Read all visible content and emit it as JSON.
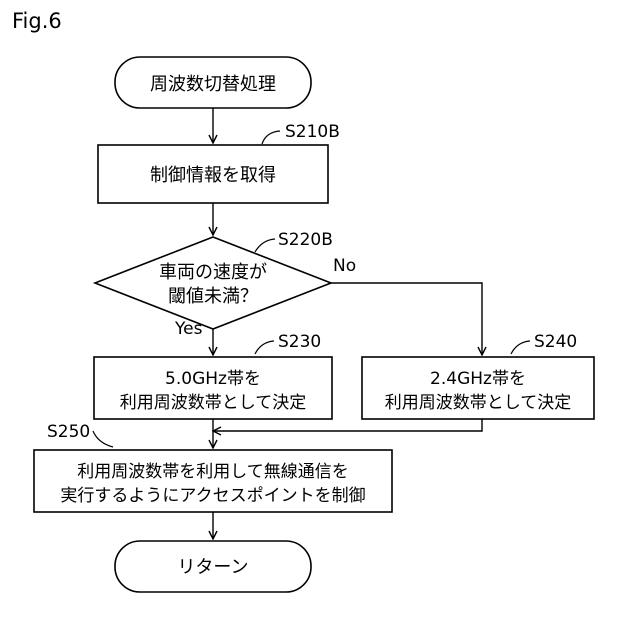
{
  "figure_label": "Fig.6",
  "nodes": {
    "start": {
      "text": "周波数切替処理"
    },
    "s210b": {
      "step": "S210B",
      "text": "制御情報を取得"
    },
    "s220b": {
      "step": "S220B",
      "lines": [
        "車両の速度が",
        "閾値未満？"
      ]
    },
    "s230": {
      "step": "S230",
      "lines": [
        "5.0GHz帯を",
        "利用周波数帯として決定"
      ]
    },
    "s240": {
      "step": "S240",
      "lines": [
        "2.4GHz帯を",
        "利用周波数帯として決定"
      ]
    },
    "s250": {
      "step": "S250",
      "lines": [
        "利用周波数帯を利用して無線通信を",
        "実行するようにアクセスポイントを制御"
      ]
    },
    "end": {
      "text": "リターン"
    }
  },
  "branches": {
    "yes": "Yes",
    "no": "No"
  }
}
